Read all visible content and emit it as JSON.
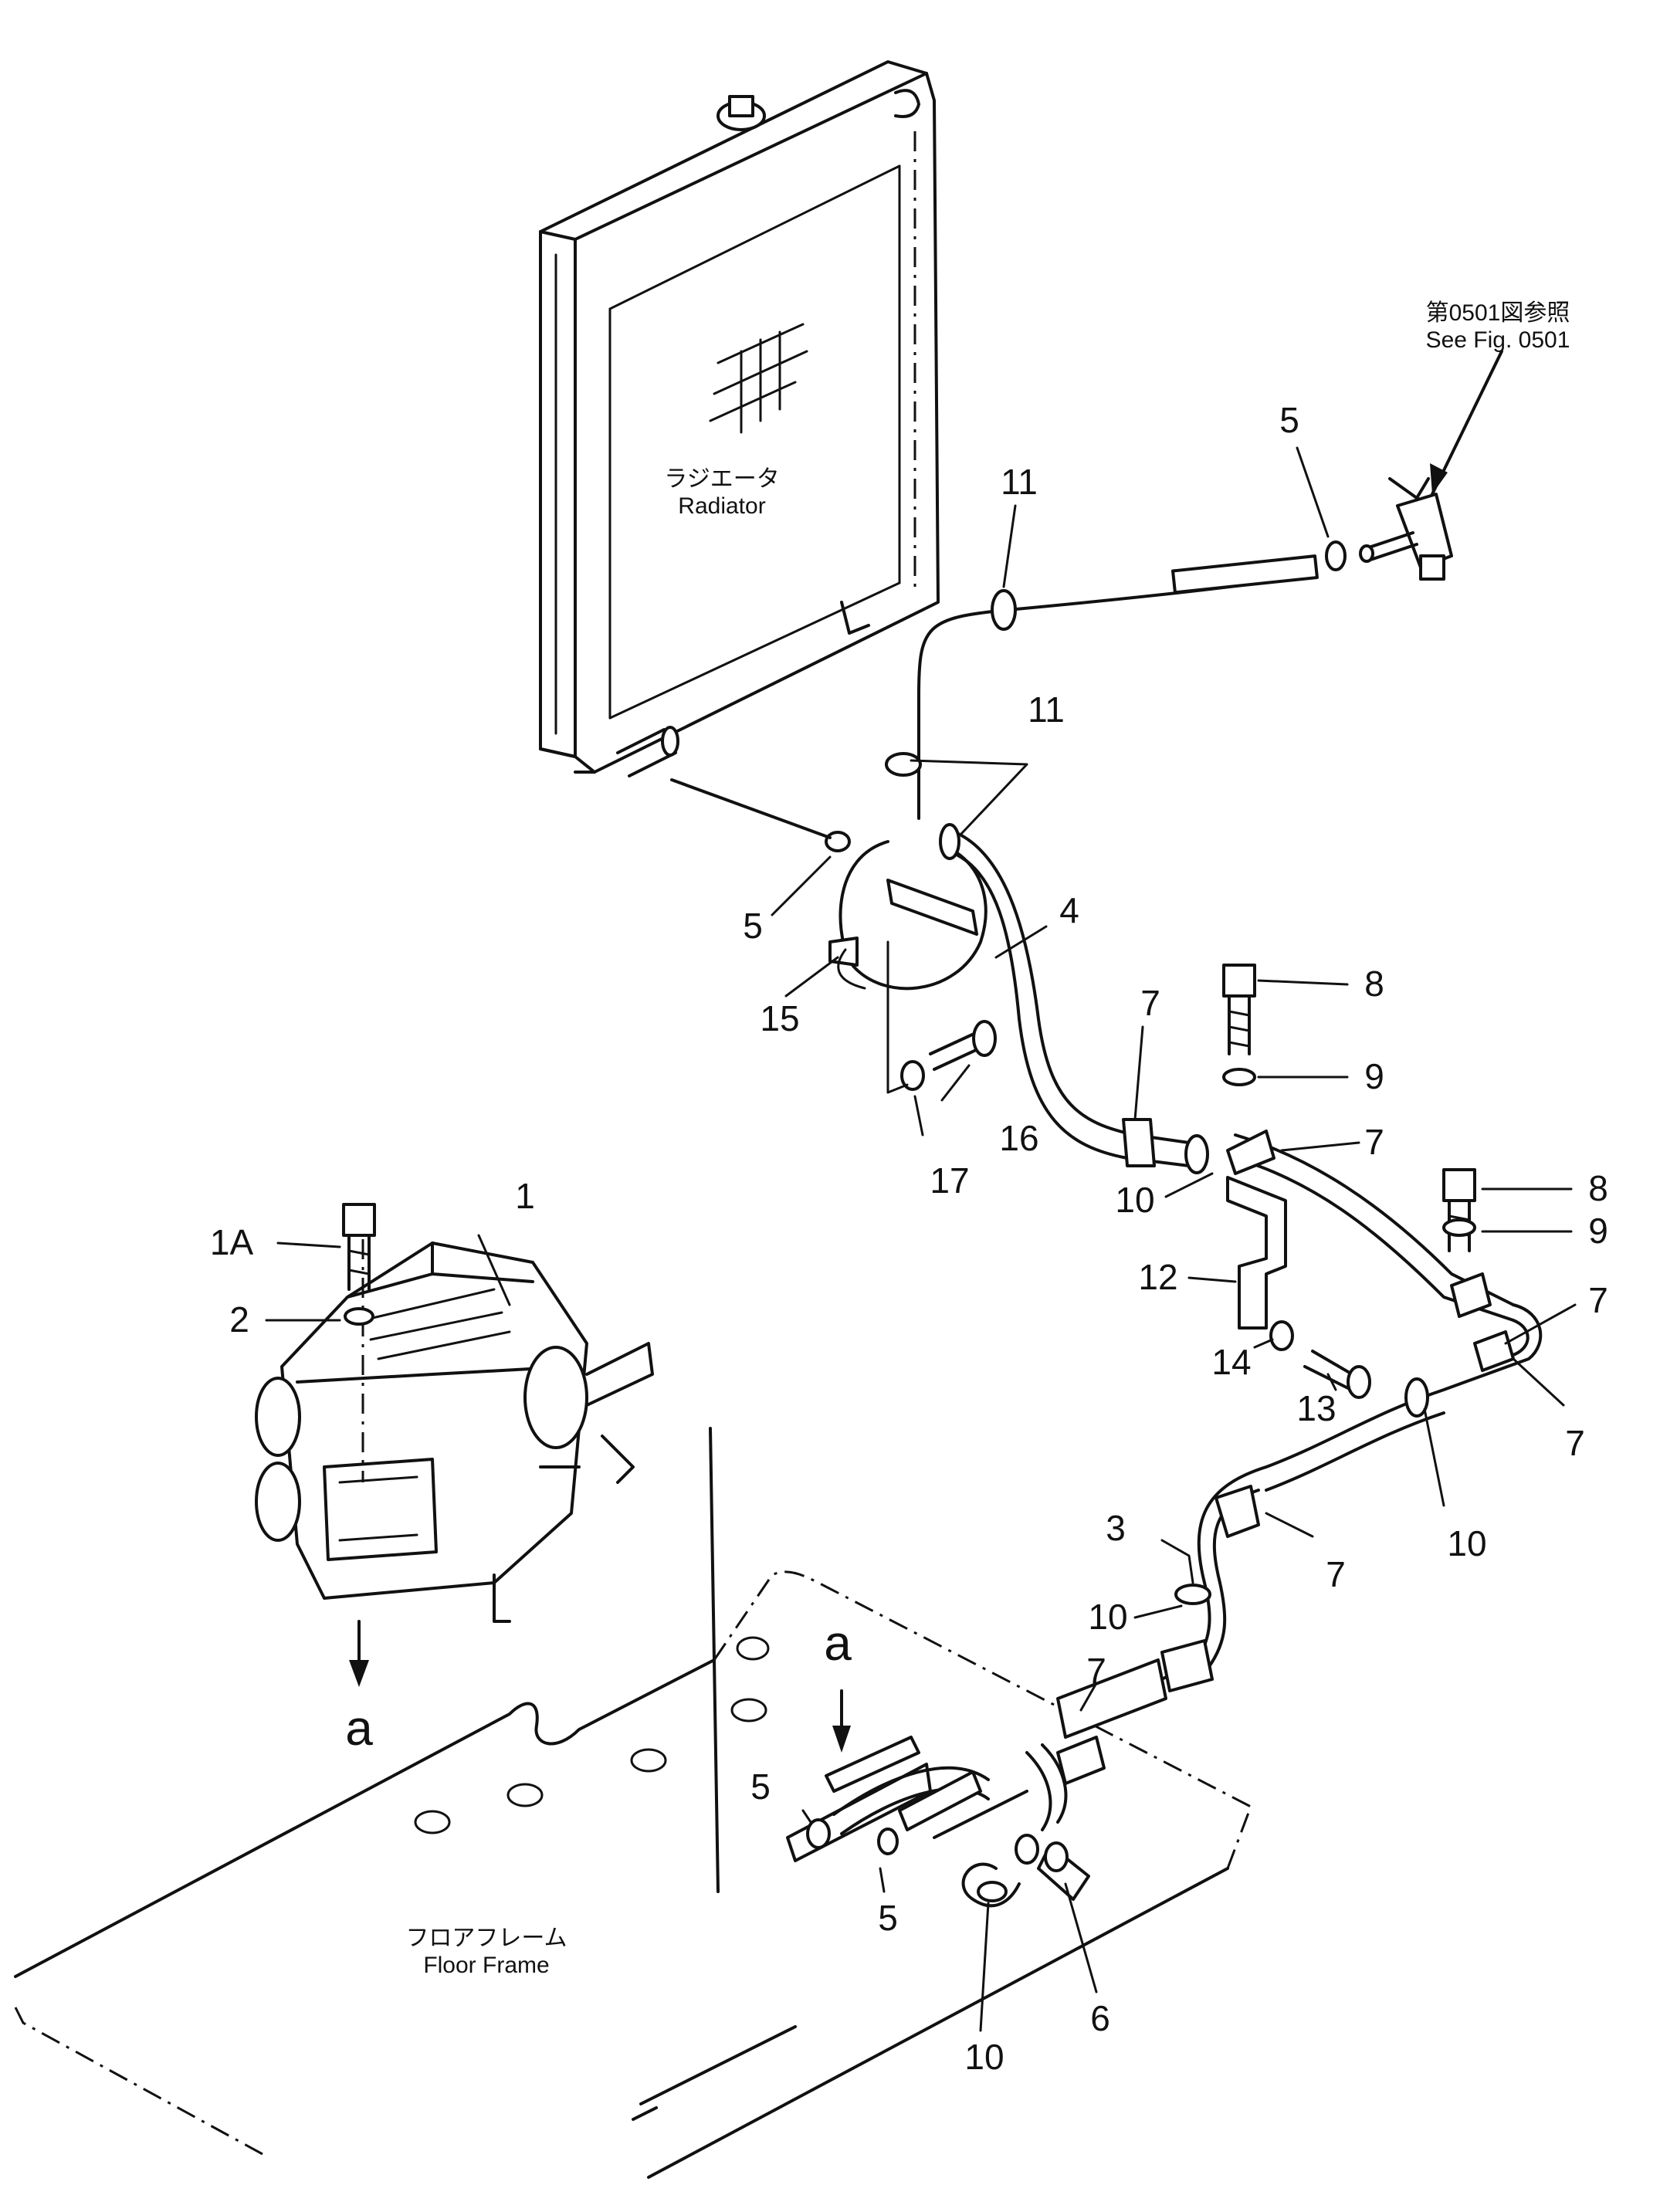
{
  "labels": {
    "radiator_jp": "ラジエータ",
    "radiator_en": "Radiator",
    "floor_frame_jp": "フロアフレーム",
    "floor_frame_en": "Floor Frame",
    "see_fig_jp": "第0501図参照",
    "see_fig_en": "See Fig. 0501",
    "view_a_heater": "a",
    "view_a_floor": "a"
  },
  "callouts": {
    "c1": "1",
    "c1a": "1A",
    "c2": "2",
    "c3": "3",
    "c4": "4",
    "c5_valve": "5",
    "c5_radiator": "5",
    "c5_floor_left": "5",
    "c5_floor_right": "5",
    "c6": "6",
    "c7_a": "7",
    "c7_b": "7",
    "c7_c": "7",
    "c7_d": "7",
    "c7_e": "7",
    "c7_f": "7",
    "c8_a": "8",
    "c8_b": "8",
    "c9_a": "9",
    "c9_b": "9",
    "c10_a": "10",
    "c10_b": "10",
    "c10_c": "10",
    "c10_d": "10",
    "c11_a": "11",
    "c11_b": "11",
    "c12": "12",
    "c13": "13",
    "c14": "14",
    "c15": "15",
    "c16": "16",
    "c17": "17"
  }
}
